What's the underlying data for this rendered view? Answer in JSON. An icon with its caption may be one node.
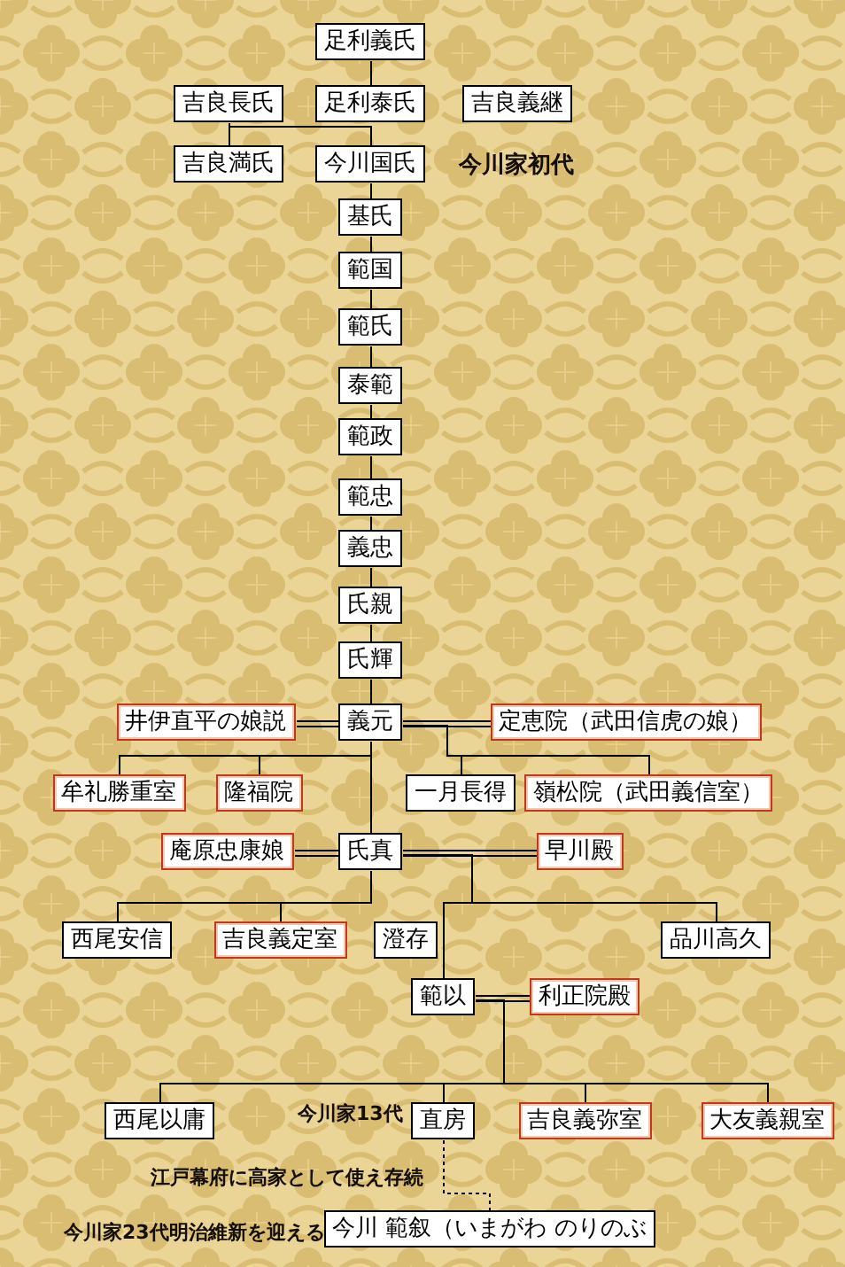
{
  "diagram": {
    "nodes": [
      {
        "text": [
          "足利義氏"
        ]
      },
      {
        "text": [
          "吉良長氏"
        ]
      },
      {
        "text": [
          "足利泰氏"
        ]
      },
      {
        "text": [
          "吉良義継"
        ]
      },
      {
        "text": [
          "吉良満氏"
        ]
      },
      {
        "text": [
          "今川国氏"
        ],
        "beside": [
          "今川家初代"
        ]
      },
      {
        "text": [
          "基氏"
        ]
      },
      {
        "text": [
          "範国"
        ]
      },
      {
        "text": [
          "範氏"
        ]
      },
      {
        "text": [
          "泰範"
        ]
      },
      {
        "text": [
          "範政"
        ]
      },
      {
        "text": [
          "範忠"
        ]
      },
      {
        "text": [
          "義忠"
        ]
      },
      {
        "text": [
          "氏親"
        ]
      },
      {
        "text": [
          "氏輝"
        ]
      },
      {
        "text": [
          "井伊直平の娘説"
        ]
      },
      {
        "text": [
          "義元"
        ]
      },
      {
        "text": [
          "定恵院（武田信虎の娘）"
        ]
      },
      {
        "text": [
          "牟礼勝重室"
        ]
      },
      {
        "text": [
          "隆福院"
        ]
      },
      {
        "text": [
          "一月長得"
        ]
      },
      {
        "text": [
          "嶺松院（武田義信室）"
        ]
      },
      {
        "text": [
          "庵原忠康娘"
        ]
      },
      {
        "text": [
          "氏真"
        ]
      },
      {
        "text": [
          "早川殿"
        ]
      },
      {
        "text": [
          "西尾安信"
        ]
      },
      {
        "text": [
          "吉良義定室"
        ]
      },
      {
        "text": [
          "澄存"
        ]
      },
      {
        "text": [
          "品川高久"
        ]
      },
      {
        "text": [
          "範以"
        ]
      },
      {
        "text": [
          "利正院殿"
        ]
      },
      {
        "text": [
          "西尾以庸"
        ]
      },
      {
        "text": [
          "直房"
        ],
        "beside": [
          "今川家13代"
        ]
      },
      {
        "text": [
          "吉良義弥室"
        ]
      },
      {
        "text": [
          "大友義親室"
        ]
      },
      {
        "text": [
          "今川 範叙（いまがわ のりのぶ"
        ],
        "beside": [
          "今川家23代明治維新を迎える"
        ]
      }
    ],
    "edges": [
      {
        "from": 0,
        "to": 2,
        "arrow": "none"
      },
      {
        "from": 1,
        "to": 4,
        "arrow": "none"
      },
      {
        "from": 1,
        "to": 5,
        "arrow": "none"
      },
      {
        "from": 5,
        "to": 6,
        "arrow": "none"
      },
      {
        "from": 6,
        "to": 7,
        "arrow": "none"
      },
      {
        "from": 7,
        "to": 8,
        "arrow": "none"
      },
      {
        "from": 8,
        "to": 9,
        "arrow": "none"
      },
      {
        "from": 9,
        "to": 10,
        "arrow": "none"
      },
      {
        "from": 10,
        "to": 11,
        "arrow": "none"
      },
      {
        "from": 11,
        "to": 12,
        "arrow": "none"
      },
      {
        "from": 12,
        "to": 13,
        "arrow": "none"
      },
      {
        "from": 13,
        "to": 14,
        "arrow": "none"
      },
      {
        "from": 14,
        "to": 16,
        "arrow": "none"
      },
      {
        "from": 15,
        "to": 16,
        "arrow": "none"
      },
      {
        "from": 16,
        "to": 17,
        "arrow": "none"
      },
      {
        "from": 16,
        "to": 18,
        "arrow": "none"
      },
      {
        "from": 16,
        "to": 19,
        "arrow": "none"
      },
      {
        "from": 16,
        "to": 23,
        "arrow": "none"
      },
      {
        "from": 16,
        "to": 20,
        "arrow": "none"
      },
      {
        "from": 16,
        "to": 21,
        "arrow": "none"
      },
      {
        "from": 22,
        "to": 23,
        "arrow": "none"
      },
      {
        "from": 23,
        "to": 24,
        "arrow": "none"
      },
      {
        "from": 23,
        "to": 25,
        "arrow": "none"
      },
      {
        "from": 23,
        "to": 26,
        "arrow": "none"
      },
      {
        "from": 23,
        "to": 29,
        "arrow": "none"
      },
      {
        "from": 23,
        "to": 28,
        "arrow": "none"
      },
      {
        "from": 29,
        "to": 30,
        "arrow": "none"
      },
      {
        "from": 29,
        "to": 31,
        "arrow": "none"
      },
      {
        "from": 29,
        "to": 32,
        "arrow": "none"
      },
      {
        "from": 29,
        "to": 33,
        "arrow": "none"
      },
      {
        "from": 29,
        "to": 34,
        "arrow": "none"
      },
      {
        "from": 32,
        "to": 35,
        "arrow": "none",
        "style": "dashed"
      }
    ],
    "labels": [
      "江戸幕府に高家として使え存続"
    ]
  }
}
